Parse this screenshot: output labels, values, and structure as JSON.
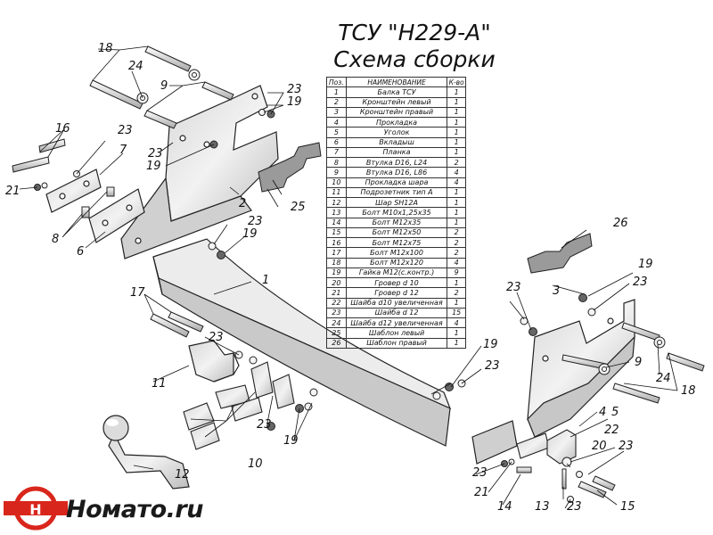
{
  "title": "ТСУ \"H229-A\"",
  "subtitle": "Схема сборки",
  "table": {
    "headers": [
      "Поз.",
      "НАИМЕНОВАНИЕ",
      "К-во"
    ],
    "rows": [
      [
        "1",
        "Балка ТСУ",
        "1"
      ],
      [
        "2",
        "Кронштейн левый",
        "1"
      ],
      [
        "3",
        "Кронштейн правый",
        "1"
      ],
      [
        "4",
        "Прокладка",
        "1"
      ],
      [
        "5",
        "Уголок",
        "1"
      ],
      [
        "6",
        "Вкладыш",
        "1"
      ],
      [
        "7",
        "Планка",
        "1"
      ],
      [
        "8",
        "Втулка D16, L24",
        "2"
      ],
      [
        "9",
        "Втулка D16, L86",
        "4"
      ],
      [
        "10",
        "Прокладка шара",
        "4"
      ],
      [
        "11",
        "Подрозетник тип А",
        "1"
      ],
      [
        "12",
        "Шар SH12A",
        "1"
      ],
      [
        "13",
        "Болт М10х1,25х35",
        "1"
      ],
      [
        "14",
        "Болт М12х35",
        "1"
      ],
      [
        "15",
        "Болт М12х50",
        "2"
      ],
      [
        "16",
        "Болт М12х75",
        "2"
      ],
      [
        "17",
        "Болт М12х100",
        "2"
      ],
      [
        "18",
        "Болт М12х120",
        "4"
      ],
      [
        "19",
        "Гайка М12(с.контр.)",
        "9"
      ],
      [
        "20",
        "Гровер d 10",
        "1"
      ],
      [
        "21",
        "Гровер d 12",
        "2"
      ],
      [
        "22",
        "Шайба d10 увеличенная",
        "1"
      ],
      [
        "23",
        "Шайба d 12",
        "15"
      ],
      [
        "24",
        "Шайба d12 увеличенная",
        "4"
      ],
      [
        "25",
        "Шаблон левый",
        "1"
      ],
      [
        "26",
        "Шаблон правый",
        "1"
      ]
    ]
  },
  "callouts": {
    "c1": "1",
    "c2": "2",
    "c3": "3",
    "c4": "4",
    "c5": "5",
    "c6": "6",
    "c7": "7",
    "c8": "8",
    "c9a": "9",
    "c9b": "9",
    "c10": "10",
    "c11": "11",
    "c12": "12",
    "c13": "13",
    "c14": "14",
    "c15": "15",
    "c16": "16",
    "c17": "17",
    "c18a": "18",
    "c18b": "18",
    "c19a": "19",
    "c19b": "19",
    "c19c": "19",
    "c19d": "19",
    "c19e": "19",
    "c19f": "19",
    "c20": "20",
    "c21a": "21",
    "c21b": "21",
    "c22": "22",
    "c23a": "23",
    "c23b": "23",
    "c23c": "23",
    "c23d": "23",
    "c23e": "23",
    "c23f": "23",
    "c23g": "23",
    "c23h": "23",
    "c23i": "23",
    "c23j": "23",
    "c23k": "23",
    "c23l": "23",
    "c24a": "24",
    "c24b": "24",
    "c25": "25",
    "c26": "26"
  },
  "logo": {
    "text": "Номато.ru",
    "colors": {
      "red": "#d9261c",
      "dark": "#1a1a1a"
    }
  }
}
